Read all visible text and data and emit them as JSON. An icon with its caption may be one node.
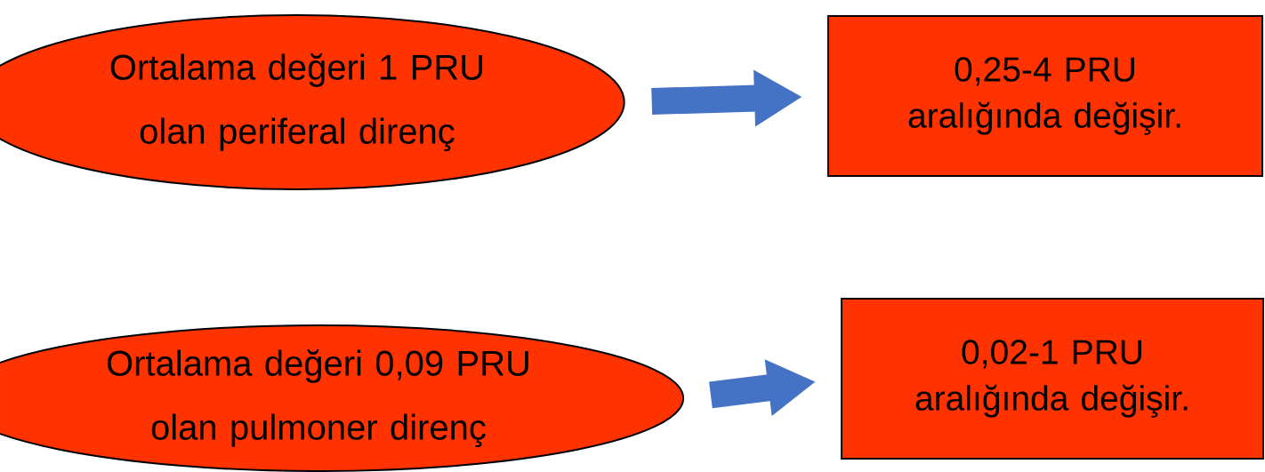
{
  "diagram": {
    "nodes": [
      {
        "text": [
          "Ortalama değeri 1 PRU olan periferal direnç"
        ]
      },
      {
        "text": [
          "0,25-4 PRU aralığında değişir."
        ]
      },
      {
        "text": [
          "Ortalama değeri 0,09 PRU olan pulmoner direnç"
        ]
      },
      {
        "text": [
          "0,02-1 PRU aralığında değişir."
        ]
      }
    ],
    "edges": [
      {
        "from": 0,
        "to": 1,
        "arrow": "to"
      },
      {
        "from": 2,
        "to": 3,
        "arrow": "to"
      }
    ]
  }
}
